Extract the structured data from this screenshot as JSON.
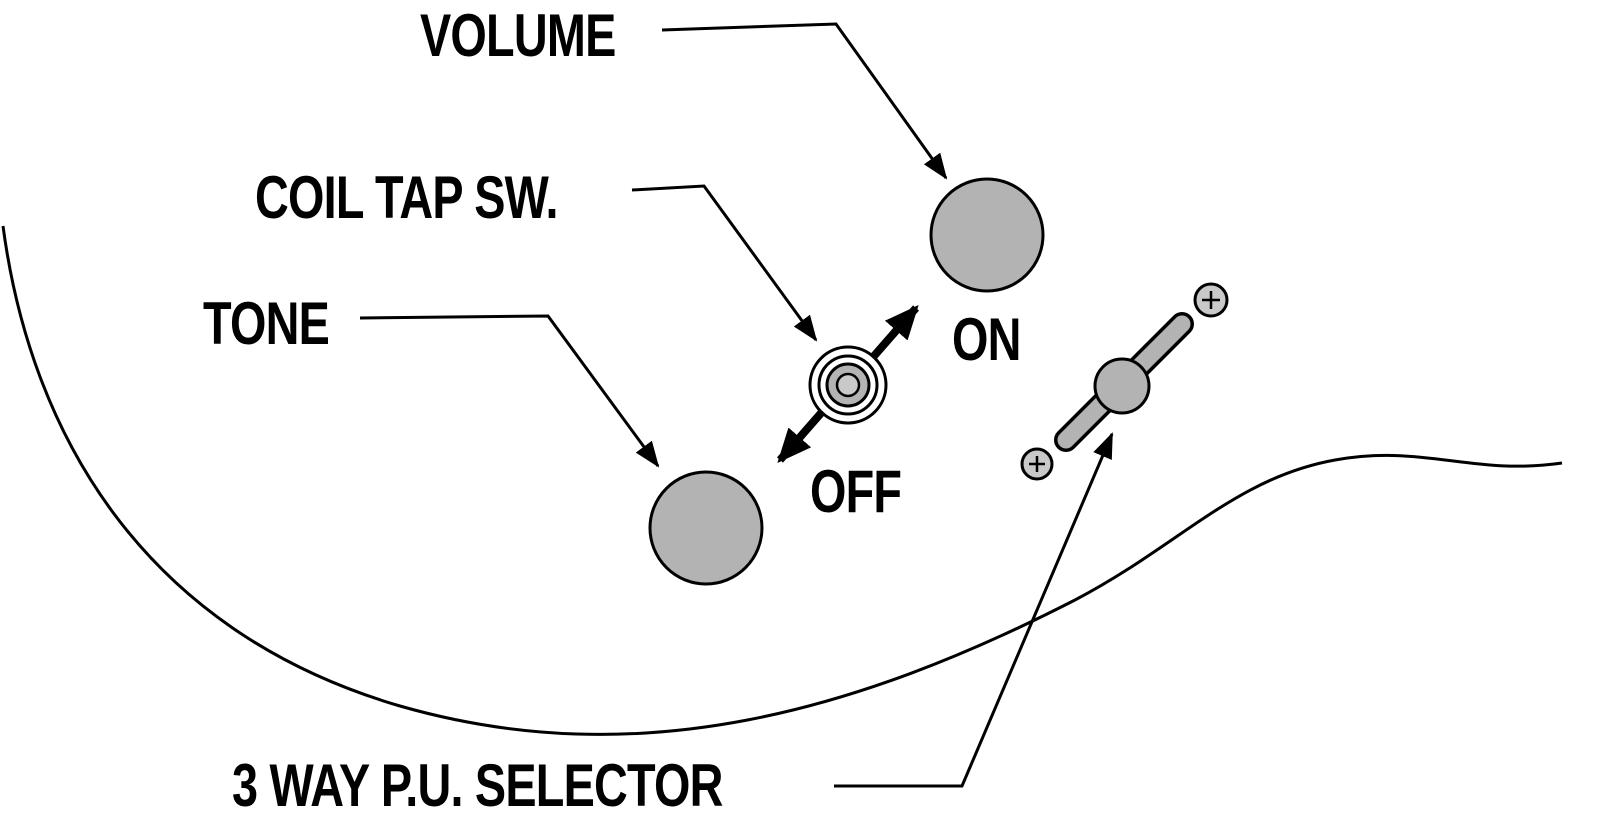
{
  "diagram": {
    "subject": "guitar-controls-layout",
    "labels": {
      "volume": "VOLUME",
      "coil_tap": "COIL TAP SW.",
      "tone": "TONE",
      "on": "ON",
      "off": "OFF",
      "selector": "3 WAY P.U. SELECTOR"
    },
    "components": [
      {
        "name": "volume-knob",
        "type": "knob"
      },
      {
        "name": "tone-knob",
        "type": "knob"
      },
      {
        "name": "coil-tap-switch",
        "type": "toggle switch",
        "positions": [
          "ON",
          "OFF"
        ]
      },
      {
        "name": "3-way-pickup-selector",
        "type": "lever switch"
      }
    ],
    "colors": {
      "background": "#ffffff",
      "outline": "#000000",
      "knob_fill": "#b3b3b3",
      "screw_fill": "#c9c9c9"
    }
  }
}
